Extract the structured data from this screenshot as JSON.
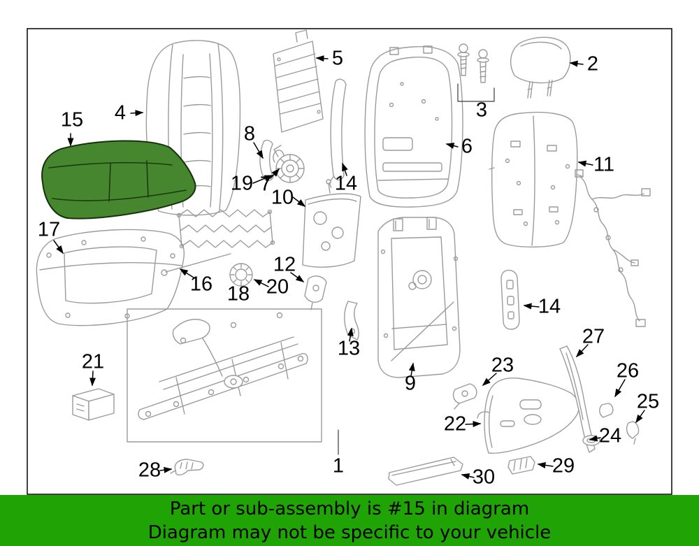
{
  "diagram": {
    "highlight": {
      "part_number": "15",
      "fill": "#46862f",
      "stroke": "#16320c"
    },
    "line_color": "#9b9b9b",
    "border_color": "#000000",
    "callouts": [
      {
        "num": "15",
        "highlighted": true
      },
      {
        "num": "4"
      },
      {
        "num": "5"
      },
      {
        "num": "8"
      },
      {
        "num": "19"
      },
      {
        "num": "7"
      },
      {
        "num": "10"
      },
      {
        "num": "14"
      },
      {
        "num": "3"
      },
      {
        "num": "2"
      },
      {
        "num": "6"
      },
      {
        "num": "11"
      },
      {
        "num": "17"
      },
      {
        "num": "16"
      },
      {
        "num": "18"
      },
      {
        "num": "20"
      },
      {
        "num": "12"
      },
      {
        "num": "13"
      },
      {
        "num": "9"
      },
      {
        "num": "14"
      },
      {
        "num": "23"
      },
      {
        "num": "27"
      },
      {
        "num": "26"
      },
      {
        "num": "25"
      },
      {
        "num": "24"
      },
      {
        "num": "21"
      },
      {
        "num": "22"
      },
      {
        "num": "28"
      },
      {
        "num": "1"
      },
      {
        "num": "30"
      },
      {
        "num": "29"
      }
    ]
  },
  "banner": {
    "bg": "#1fa305",
    "text_color": "#000000",
    "line1": "Part or sub-assembly is #15 in diagram",
    "line2": "Diagram may not be specific to your vehicle"
  }
}
